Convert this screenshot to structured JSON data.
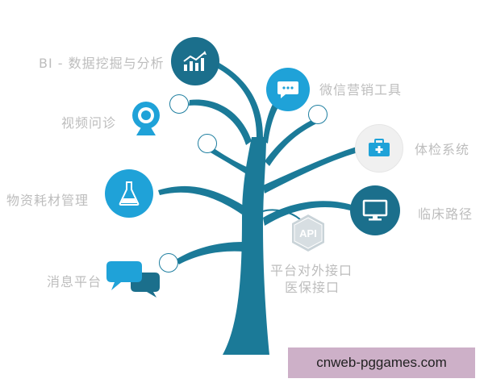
{
  "nodes": {
    "bi": {
      "label": "BI - 数据挖掘与分析",
      "icon": "bar-chart-trend-icon"
    },
    "wechat": {
      "label": "微信营销工具",
      "icon": "chat-bubble-icon"
    },
    "video": {
      "label": "视频问诊",
      "icon": "webcam-icon"
    },
    "checkup": {
      "label": "体检系统",
      "icon": "briefcase-medical-icon"
    },
    "materials": {
      "label": "物资耗材管理",
      "icon": "flask-icon"
    },
    "clinical": {
      "label": "临床路径",
      "icon": "monitor-icon"
    },
    "messaging": {
      "label": "消息平台",
      "icon": "speech-bubbles-icon"
    },
    "api": {
      "label_line1": "平台对外接口",
      "label_line2": "医保接口",
      "badge": "API",
      "icon": "api-hexagon-icon"
    }
  },
  "watermark": {
    "text": "cnweb-pggames.com"
  },
  "colors": {
    "dark_teal": "#1b6f8c",
    "light_blue": "#1fa2d8",
    "label_gray": "#bdbdbd",
    "hex_gray": "#c9d3d8"
  }
}
